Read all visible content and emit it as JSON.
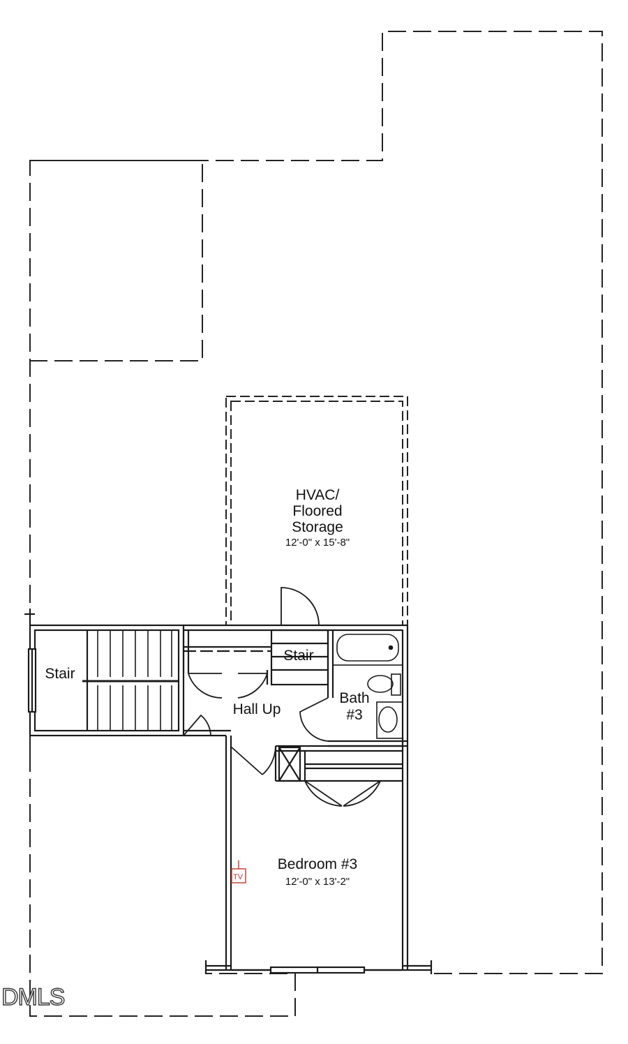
{
  "rooms": {
    "storage": {
      "name_line1": "HVAC/",
      "name_line2": "Floored",
      "name_line3": "Storage",
      "dimensions": "12'-0\" x 15'-8\""
    },
    "stair_left": {
      "name": "Stair"
    },
    "stair_small": {
      "name": "Stair"
    },
    "hall": {
      "name": "Hall Up"
    },
    "bath": {
      "name_line1": "Bath",
      "name_line2": "#3"
    },
    "bedroom": {
      "name": "Bedroom #3",
      "dimensions": "12'-0\" x 13'-2\""
    }
  },
  "fixtures": {
    "tv_label": "TV"
  },
  "watermark": "DMLS",
  "colors": {
    "lines": "#1a1a1a",
    "tv_symbol": "#c0392b",
    "background": "#ffffff"
  }
}
